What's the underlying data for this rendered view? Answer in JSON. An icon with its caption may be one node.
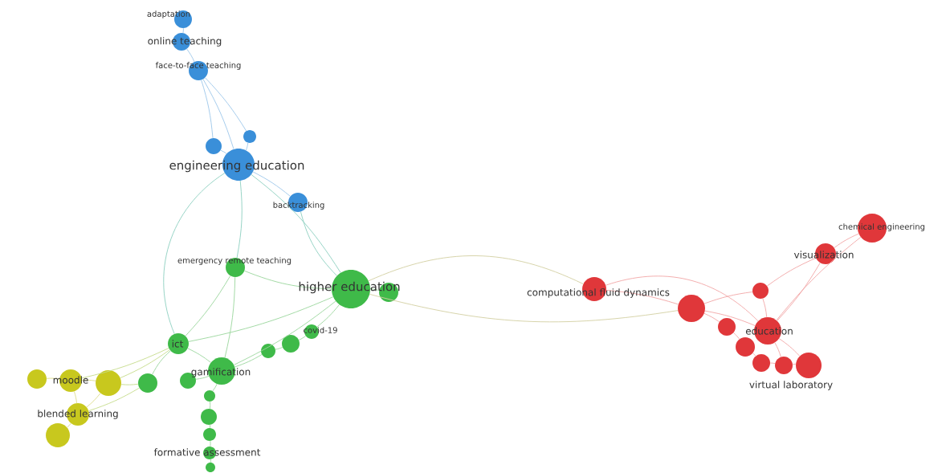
{
  "diagram": {
    "nodes": [
      {
        "text": [
          "adaptation"
        ]
      },
      {
        "text": [
          "online teaching"
        ]
      },
      {
        "text": [
          "face-to-face teaching"
        ]
      },
      {
        "text": [],
        "shape": "circle"
      },
      {
        "text": [],
        "shape": "circle"
      },
      {
        "text": [
          "engineering education"
        ]
      },
      {
        "text": [
          "backtracking"
        ]
      },
      {
        "text": [
          "emergency remote teaching"
        ]
      },
      {
        "text": [
          "higher education"
        ]
      },
      {
        "text": [],
        "shape": "circle"
      },
      {
        "text": [
          "covid-19"
        ]
      },
      {
        "text": [],
        "shape": "circle"
      },
      {
        "text": [],
        "shape": "circle"
      },
      {
        "text": [
          "ict"
        ]
      },
      {
        "text": [],
        "shape": "circle"
      },
      {
        "text": [
          "gamification"
        ]
      },
      {
        "text": [],
        "shape": "circle"
      },
      {
        "text": [],
        "shape": "circle"
      },
      {
        "text": [],
        "shape": "circle"
      },
      {
        "text": [],
        "shape": "circle"
      },
      {
        "text": [
          "formative assessment"
        ]
      },
      {
        "text": [],
        "shape": "circle"
      },
      {
        "text": [],
        "shape": "circle"
      },
      {
        "text": [
          "moodle"
        ]
      },
      {
        "text": [],
        "shape": "circle"
      },
      {
        "text": [
          "blended learning"
        ]
      },
      {
        "text": [],
        "shape": "circle"
      },
      {
        "text": [
          "computational fluid dynamics"
        ]
      },
      {
        "text": [],
        "shape": "circle"
      },
      {
        "text": [],
        "shape": "circle"
      },
      {
        "text": [
          "chemical engineering"
        ]
      },
      {
        "text": [
          "visualization"
        ]
      },
      {
        "text": [
          "education"
        ]
      },
      {
        "text": [],
        "shape": "circle"
      },
      {
        "text": [],
        "shape": "circle"
      },
      {
        "text": [],
        "shape": "circle"
      },
      {
        "text": [],
        "shape": "circle"
      },
      {
        "text": [
          "virtual laboratory"
        ]
      }
    ],
    "edges": [
      {
        "from": 0,
        "to": 1,
        "arrow": "none",
        "color": "#9cc6ea"
      },
      {
        "from": 1,
        "to": 2,
        "arrow": "none",
        "color": "#9cc6ea"
      },
      {
        "from": 2,
        "to": 3,
        "arrow": "none",
        "color": "#9cc6ea"
      },
      {
        "from": 2,
        "to": 4,
        "arrow": "none",
        "color": "#9cc6ea"
      },
      {
        "from": 2,
        "to": 5,
        "arrow": "none",
        "color": "#9cc6ea"
      },
      {
        "from": 3,
        "to": 5,
        "arrow": "none",
        "color": "#9cc6ea"
      },
      {
        "from": 4,
        "to": 5,
        "arrow": "none",
        "color": "#9cc6ea"
      },
      {
        "from": 5,
        "to": 6,
        "arrow": "none",
        "color": "#9cc6ea"
      },
      {
        "from": 5,
        "to": 8,
        "arrow": "none",
        "color": "#8ccfc0"
      },
      {
        "from": 6,
        "to": 8,
        "arrow": "none",
        "color": "#8ccfc0"
      },
      {
        "from": 5,
        "to": 7,
        "arrow": "none",
        "color": "#8ccfc0"
      },
      {
        "from": 5,
        "to": 13,
        "arrow": "none",
        "color": "#8ccfc0"
      },
      {
        "from": 7,
        "to": 8,
        "arrow": "none"
      },
      {
        "from": 7,
        "to": 13,
        "arrow": "none"
      },
      {
        "from": 7,
        "to": 15,
        "arrow": "none"
      },
      {
        "from": 8,
        "to": 9,
        "arrow": "none"
      },
      {
        "from": 8,
        "to": 10,
        "arrow": "none"
      },
      {
        "from": 8,
        "to": 13,
        "arrow": "none"
      },
      {
        "from": 8,
        "to": 15,
        "arrow": "none"
      },
      {
        "from": 8,
        "to": 27,
        "arrow": "none",
        "color": "#d2cfa2"
      },
      {
        "from": 8,
        "to": 28,
        "arrow": "none",
        "color": "#d2cfa2"
      },
      {
        "from": 10,
        "to": 11,
        "arrow": "none"
      },
      {
        "from": 11,
        "to": 12,
        "arrow": "none"
      },
      {
        "from": 12,
        "to": 15,
        "arrow": "none"
      },
      {
        "from": 13,
        "to": 14,
        "arrow": "none"
      },
      {
        "from": 13,
        "to": 15,
        "arrow": "none"
      },
      {
        "from": 13,
        "to": 23,
        "arrow": "none",
        "color": "#c5db8a"
      },
      {
        "from": 13,
        "to": 24,
        "arrow": "none",
        "color": "#c5db8a"
      },
      {
        "from": 14,
        "to": 24,
        "arrow": "none",
        "color": "#c5db8a"
      },
      {
        "from": 14,
        "to": 25,
        "arrow": "none",
        "color": "#c5db8a"
      },
      {
        "from": 15,
        "to": 16,
        "arrow": "none"
      },
      {
        "from": 15,
        "to": 17,
        "arrow": "none"
      },
      {
        "from": 17,
        "to": 18,
        "arrow": "none"
      },
      {
        "from": 18,
        "to": 19,
        "arrow": "none"
      },
      {
        "from": 19,
        "to": 20,
        "arrow": "none"
      },
      {
        "from": 20,
        "to": 21,
        "arrow": "none"
      },
      {
        "from": 22,
        "to": 23,
        "arrow": "none",
        "color": "#dcdc8a"
      },
      {
        "from": 23,
        "to": 24,
        "arrow": "none",
        "color": "#dcdc8a"
      },
      {
        "from": 23,
        "to": 25,
        "arrow": "none",
        "color": "#dcdc8a"
      },
      {
        "from": 24,
        "to": 25,
        "arrow": "none",
        "color": "#dcdc8a"
      },
      {
        "from": 25,
        "to": 26,
        "arrow": "none",
        "color": "#dcdc8a"
      },
      {
        "from": 27,
        "to": 28,
        "arrow": "none",
        "color": "#f2a6a6"
      },
      {
        "from": 27,
        "to": 32,
        "arrow": "none",
        "color": "#f2a6a6"
      },
      {
        "from": 28,
        "to": 29,
        "arrow": "none",
        "color": "#f2a6a6"
      },
      {
        "from": 28,
        "to": 32,
        "arrow": "none",
        "color": "#f2a6a6"
      },
      {
        "from": 28,
        "to": 33,
        "arrow": "none",
        "color": "#f2a6a6"
      },
      {
        "from": 29,
        "to": 31,
        "arrow": "none",
        "color": "#f2a6a6"
      },
      {
        "from": 29,
        "to": 32,
        "arrow": "none",
        "color": "#f2a6a6"
      },
      {
        "from": 31,
        "to": 30,
        "arrow": "none",
        "color": "#f2a6a6"
      },
      {
        "from": 31,
        "to": 32,
        "arrow": "none",
        "color": "#f2a6a6"
      },
      {
        "from": 32,
        "to": 30,
        "arrow": "none",
        "color": "#f2a6a6"
      },
      {
        "from": 32,
        "to": 36,
        "arrow": "none",
        "color": "#f2a6a6"
      },
      {
        "from": 32,
        "to": 37,
        "arrow": "none",
        "color": "#f2a6a6"
      },
      {
        "from": 33,
        "to": 34,
        "arrow": "none",
        "color": "#f2a6a6"
      },
      {
        "from": 34,
        "to": 35,
        "arrow": "none",
        "color": "#f2a6a6"
      },
      {
        "from": 35,
        "to": 36,
        "arrow": "none",
        "color": "#f2a6a6"
      },
      {
        "from": 36,
        "to": 37,
        "arrow": "none",
        "color": "#f2a6a6"
      }
    ]
  }
}
